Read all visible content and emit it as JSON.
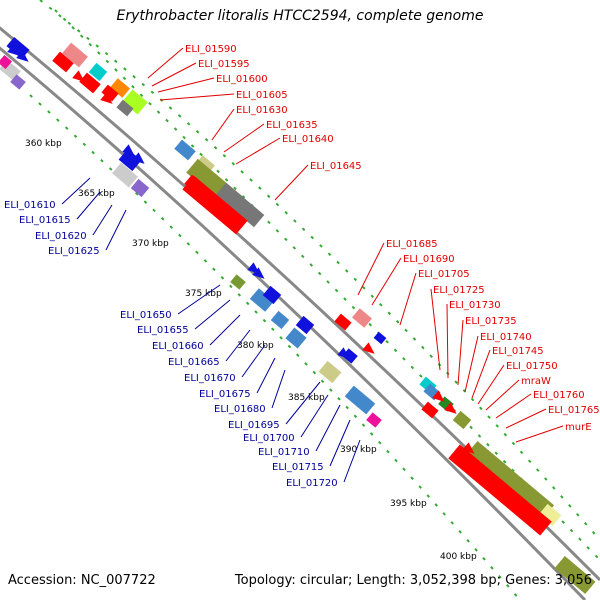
{
  "header": {
    "title": "Erythrobacter litoralis HTCC2594, complete genome"
  },
  "footer": {
    "accession": "Accession: NC_007722",
    "summary": "Topology: circular; Length: 3,052,398 bp; Genes: 3,056"
  },
  "colors": {
    "forward_label": "#e00000",
    "reverse_label": "#000099",
    "backbone": "#888888",
    "tick": "#33aa33"
  },
  "scale_ticks": [
    "360 kbp",
    "365 kbp",
    "370 kbp",
    "375 kbp",
    "380 kbp",
    "385 kbp",
    "390 kbp",
    "395 kbp",
    "400 kbp"
  ],
  "forward_genes": [
    "ELI_01590",
    "ELI_01595",
    "ELI_01600",
    "ELI_01605",
    "ELI_01630",
    "ELI_01635",
    "ELI_01640",
    "ELI_01645",
    "ELI_01685",
    "ELI_01690",
    "ELI_01705",
    "ELI_01725",
    "ELI_01730",
    "ELI_01735",
    "ELI_01740",
    "ELI_01745",
    "ELI_01750",
    "mraW",
    "ELI_01760",
    "ELI_01765",
    "murE"
  ],
  "reverse_genes": [
    "ELI_01610",
    "ELI_01615",
    "ELI_01620",
    "ELI_01625",
    "ELI_01650",
    "ELI_01655",
    "ELI_01660",
    "ELI_01665",
    "ELI_01670",
    "ELI_01675",
    "ELI_01680",
    "ELI_01695",
    "ELI_01700",
    "ELI_01710",
    "ELI_01715",
    "ELI_01720"
  ]
}
